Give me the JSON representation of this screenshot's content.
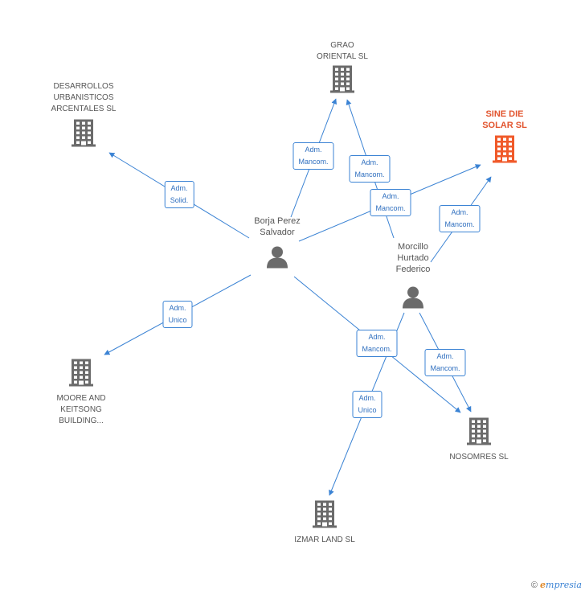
{
  "companies": [
    {
      "id": "grao",
      "name": "GRAO\nORIENTAL SL",
      "highlight": false
    },
    {
      "id": "desarrollos",
      "name": "DESARROLLOS\nURBANISTICOS\nARCENTALES SL",
      "highlight": false
    },
    {
      "id": "sine",
      "name": "SINE DIE\nSOLAR SL",
      "highlight": true
    },
    {
      "id": "moore",
      "name": "MOORE AND\nKEITSONG\nBUILDING...",
      "highlight": false
    },
    {
      "id": "nosomres",
      "name": "NOSOMRES SL",
      "highlight": false
    },
    {
      "id": "izmar",
      "name": "IZMAR LAND SL",
      "highlight": false
    }
  ],
  "persons": [
    {
      "id": "borja",
      "name": "Borja Perez\nSalvador"
    },
    {
      "id": "morcillo",
      "name": "Morcillo\nHurtado\nFederico"
    }
  ],
  "relations": [
    {
      "from": "borja",
      "to": "grao",
      "label": "Adm.\nMancom."
    },
    {
      "from": "borja",
      "to": "desarrollos",
      "label": "Adm.\nSolid."
    },
    {
      "from": "borja",
      "to": "sine",
      "label": "Adm.\nMancom."
    },
    {
      "from": "borja",
      "to": "moore",
      "label": "Adm.\nUnico"
    },
    {
      "from": "borja",
      "to": "nosomres",
      "label": "Adm.\nMancom."
    },
    {
      "from": "morcillo",
      "to": "grao",
      "label": "Adm.\nMancom."
    },
    {
      "from": "morcillo",
      "to": "sine",
      "label": "Adm.\nMancom."
    },
    {
      "from": "morcillo",
      "to": "nosomres",
      "label": "Adm.\nMancom."
    },
    {
      "from": "morcillo",
      "to": "izmar",
      "label": "Adm.\nUnico"
    }
  ],
  "footer": {
    "copyright": "©",
    "brand_initial": "e",
    "brand_rest": "mpresia"
  },
  "colors": {
    "edge": "#3b83d4",
    "node": "#6b6b6b",
    "highlight": "#f05a2a"
  }
}
